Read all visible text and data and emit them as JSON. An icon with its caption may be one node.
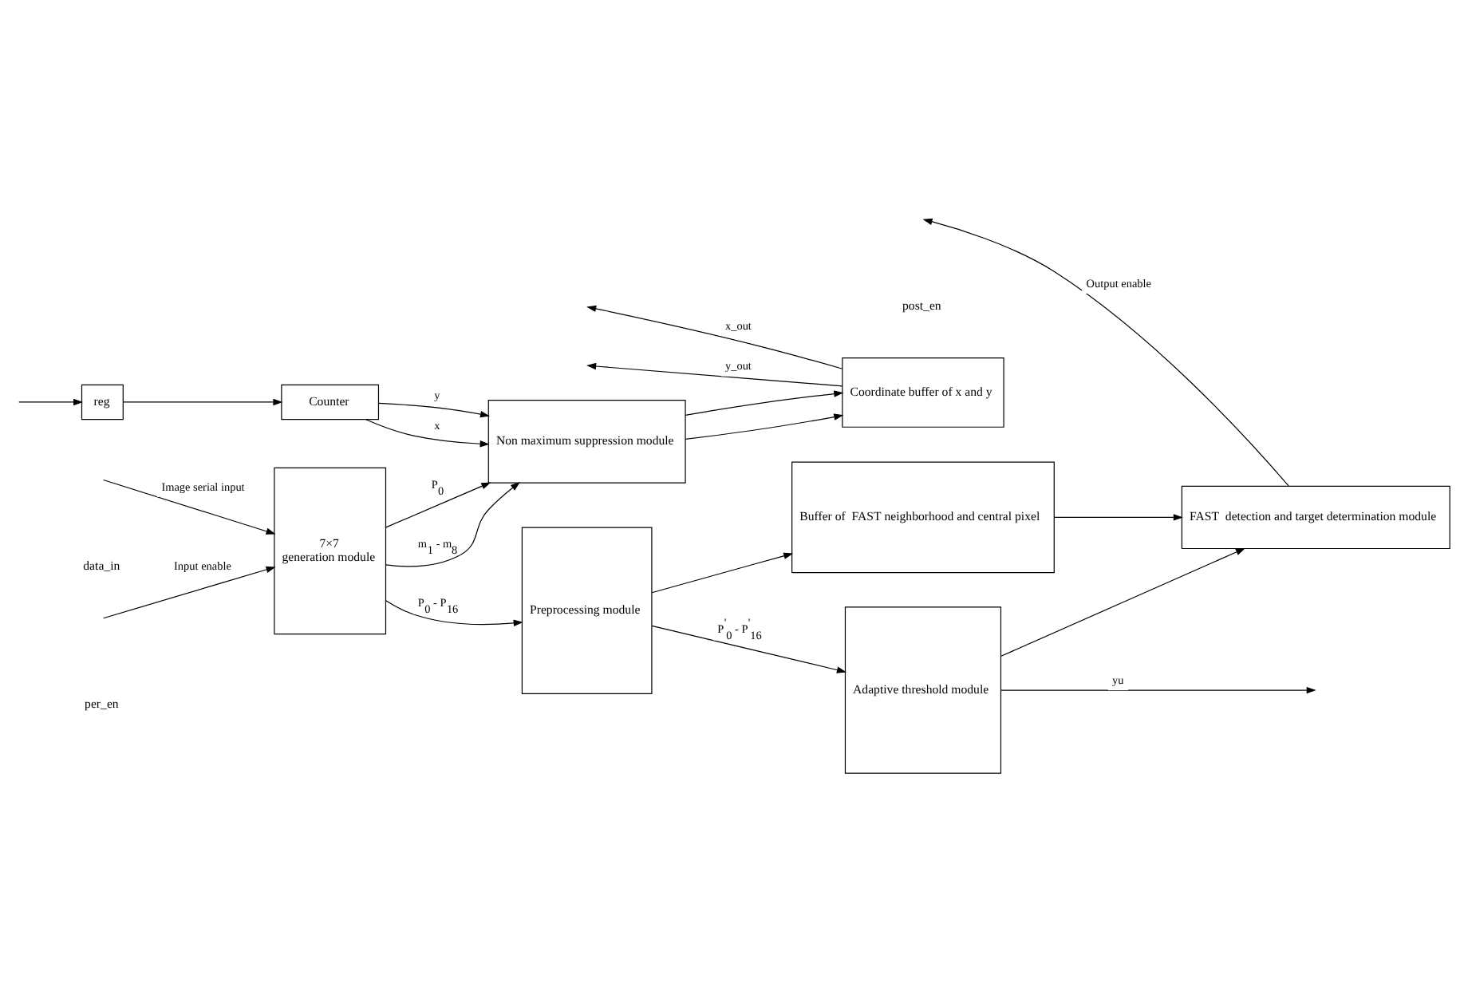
{
  "diagram": {
    "nodes": [
      {
        "text": [
          "7×7",
          "generation module"
        ]
      },
      {
        "text": [
          "Preprocessing module"
        ]
      },
      {
        "text": [
          "Adaptive threshold module"
        ]
      },
      {
        "text": [
          "reg"
        ]
      },
      {
        "text": [
          "Counter"
        ]
      },
      {
        "text": [
          "Non maximum suppression module"
        ]
      },
      {
        "text": [
          "Coordinate buffer of x and y"
        ]
      },
      {
        "text": [
          "Buffer of  FAST neighborhood and central pixel"
        ]
      },
      {
        "text": [
          "FAST  detection and target determination module"
        ]
      }
    ],
    "edges": [
      {
        "from": null,
        "to": 0,
        "arrow": "to",
        "label": "Image serial input"
      },
      {
        "from": null,
        "to": 0,
        "arrow": "to",
        "label": "Input enable"
      },
      {
        "from": null,
        "to": 3,
        "arrow": "to"
      },
      {
        "from": 0,
        "to": 1,
        "arrow": "to",
        "label": "P$_{0}$ - P$_{16}$"
      },
      {
        "from": 0,
        "to": 5,
        "arrow": "to",
        "label": "m$_{1}$ - m$_{8}$"
      },
      {
        "from": 0,
        "to": 5,
        "arrow": "to",
        "label": "P$_{0}$"
      },
      {
        "from": 3,
        "to": 4,
        "arrow": "to"
      },
      {
        "from": 4,
        "to": 5,
        "arrow": "to",
        "label": "x"
      },
      {
        "from": 4,
        "to": 5,
        "arrow": "to",
        "label": "y"
      },
      {
        "from": 5,
        "to": 6,
        "arrow": "to"
      },
      {
        "from": 5,
        "to": 6,
        "arrow": "to"
      },
      {
        "from": 6,
        "to": null,
        "arrow": "to",
        "label": "x_out"
      },
      {
        "from": 6,
        "to": null,
        "arrow": "to",
        "label": "y_out"
      },
      {
        "from": 1,
        "to": 2,
        "arrow": "to",
        "label": "P$^{'}$$_{0}$ - P$^{'}$$_{16}$"
      },
      {
        "from": 1,
        "to": 7,
        "arrow": "to"
      },
      {
        "from": 2,
        "to": null,
        "arrow": "to",
        "label": "yu"
      },
      {
        "from": 2,
        "to": 8,
        "arrow": "to"
      },
      {
        "from": 7,
        "to": 8,
        "arrow": "to"
      },
      {
        "from": 8,
        "to": null,
        "arrow": "to",
        "label": "Output enable"
      }
    ],
    "labels": [
      "data_in",
      "per_en",
      "post_en"
    ]
  }
}
